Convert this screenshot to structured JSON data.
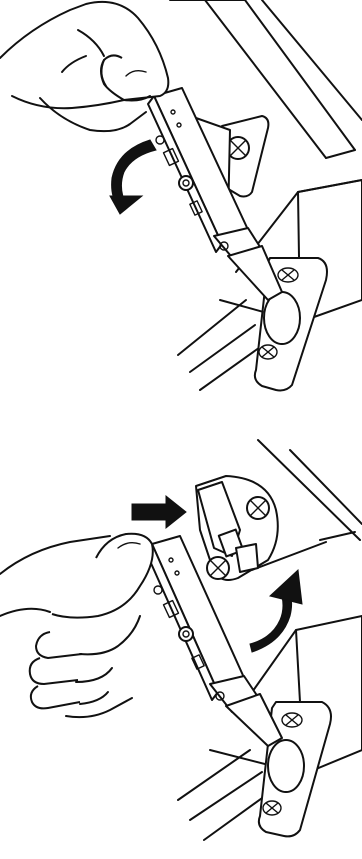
{
  "figure": {
    "panels": [
      {
        "step": "remove",
        "arrow": "curved-rotate-arrow"
      },
      {
        "step": "attach",
        "arrows": [
          "straight-push-arrow",
          "curved-rotate-arrow"
        ]
      }
    ],
    "colors": {
      "line": "#111111",
      "background": "#ffffff"
    }
  }
}
